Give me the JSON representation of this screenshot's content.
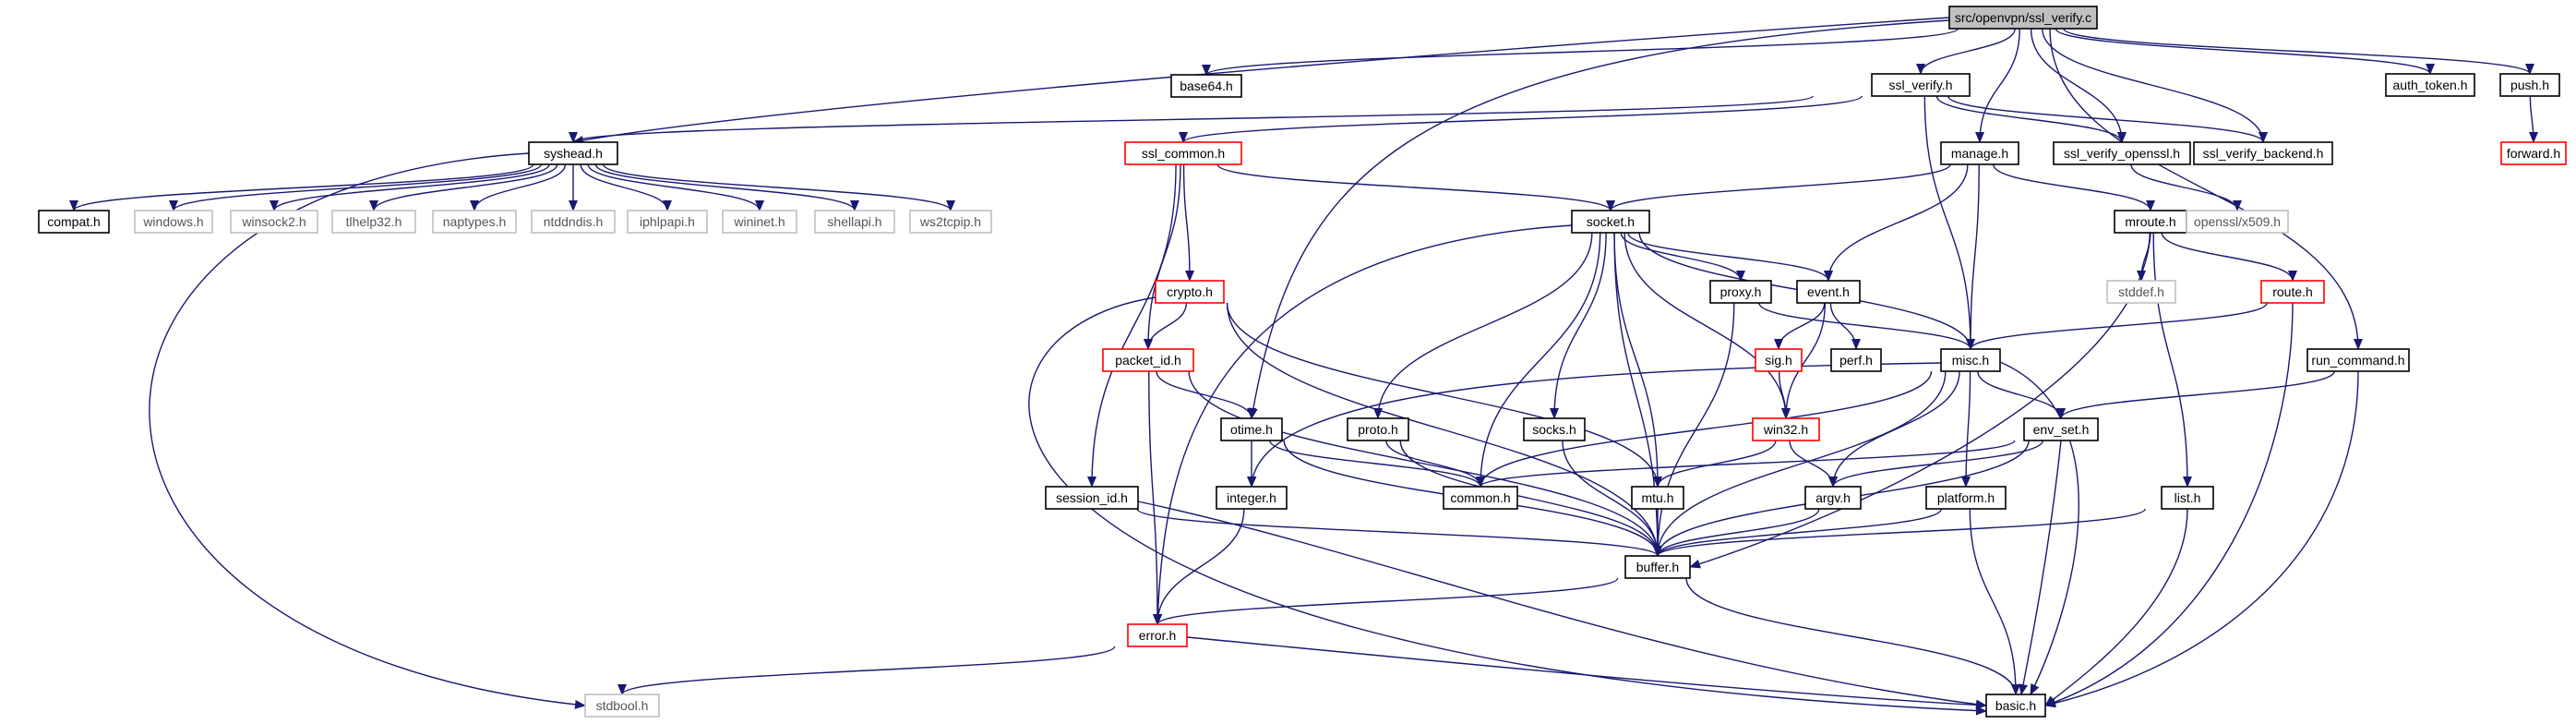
{
  "diagram": {
    "colors": {
      "edge": "#191970",
      "node_border": "#000000",
      "root_fill": "#bfbfbf",
      "missing_border": "#bfbfbf",
      "missing_text": "#555555",
      "truncated_border": "#ff0000"
    },
    "nodes": [
      {
        "id": "ssl_verify_c",
        "label": "src/openvpn/ssl_verify.c",
        "style": "root"
      },
      {
        "id": "base64_h",
        "label": "base64.h",
        "style": "normal"
      },
      {
        "id": "ssl_verify_h",
        "label": "ssl_verify.h",
        "style": "normal"
      },
      {
        "id": "auth_token_h",
        "label": "auth_token.h",
        "style": "normal"
      },
      {
        "id": "push_h",
        "label": "push.h",
        "style": "normal"
      },
      {
        "id": "forward_h",
        "label": "forward.h",
        "style": "truncated"
      },
      {
        "id": "syshead_h",
        "label": "syshead.h",
        "style": "normal"
      },
      {
        "id": "ssl_common_h",
        "label": "ssl_common.h",
        "style": "truncated"
      },
      {
        "id": "manage_h",
        "label": "manage.h",
        "style": "normal"
      },
      {
        "id": "ssl_verify_openssl_h",
        "label": "ssl_verify_openssl.h",
        "style": "normal"
      },
      {
        "id": "ssl_verify_backend_h",
        "label": "ssl_verify_backend.h",
        "style": "normal"
      },
      {
        "id": "compat_h",
        "label": "compat.h",
        "style": "normal"
      },
      {
        "id": "windows_h",
        "label": "windows.h",
        "style": "missing"
      },
      {
        "id": "winsock2_h",
        "label": "winsock2.h",
        "style": "missing"
      },
      {
        "id": "tlhelp32_h",
        "label": "tlhelp32.h",
        "style": "missing"
      },
      {
        "id": "naptypes_h",
        "label": "naptypes.h",
        "style": "missing"
      },
      {
        "id": "ntddndis_h",
        "label": "ntddndis.h",
        "style": "missing"
      },
      {
        "id": "iphlpapi_h",
        "label": "iphlpapi.h",
        "style": "missing"
      },
      {
        "id": "wininet_h",
        "label": "wininet.h",
        "style": "missing"
      },
      {
        "id": "shellapi_h",
        "label": "shellapi.h",
        "style": "missing"
      },
      {
        "id": "ws2tcpip_h",
        "label": "ws2tcpip.h",
        "style": "missing"
      },
      {
        "id": "socket_h",
        "label": "socket.h",
        "style": "normal"
      },
      {
        "id": "mroute_h",
        "label": "mroute.h",
        "style": "normal"
      },
      {
        "id": "openssl_x509_h",
        "label": "openssl/x509.h",
        "style": "missing"
      },
      {
        "id": "crypto_h",
        "label": "crypto.h",
        "style": "truncated"
      },
      {
        "id": "proxy_h",
        "label": "proxy.h",
        "style": "normal"
      },
      {
        "id": "event_h",
        "label": "event.h",
        "style": "normal"
      },
      {
        "id": "stddef_h",
        "label": "stddef.h",
        "style": "missing"
      },
      {
        "id": "route_h",
        "label": "route.h",
        "style": "truncated"
      },
      {
        "id": "packet_id_h",
        "label": "packet_id.h",
        "style": "truncated"
      },
      {
        "id": "sig_h",
        "label": "sig.h",
        "style": "truncated"
      },
      {
        "id": "perf_h",
        "label": "perf.h",
        "style": "normal"
      },
      {
        "id": "misc_h",
        "label": "misc.h",
        "style": "normal"
      },
      {
        "id": "run_command_h",
        "label": "run_command.h",
        "style": "normal"
      },
      {
        "id": "proto_h",
        "label": "proto.h",
        "style": "normal"
      },
      {
        "id": "socks_h",
        "label": "socks.h",
        "style": "normal"
      },
      {
        "id": "otime_h",
        "label": "otime.h",
        "style": "normal"
      },
      {
        "id": "win32_h",
        "label": "win32.h",
        "style": "truncated"
      },
      {
        "id": "env_set_h",
        "label": "env_set.h",
        "style": "normal"
      },
      {
        "id": "common_h",
        "label": "common.h",
        "style": "normal"
      },
      {
        "id": "integer_h",
        "label": "integer.h",
        "style": "normal"
      },
      {
        "id": "session_id_h",
        "label": "session_id.h",
        "style": "normal"
      },
      {
        "id": "mtu_h",
        "label": "mtu.h",
        "style": "normal"
      },
      {
        "id": "argv_h",
        "label": "argv.h",
        "style": "normal"
      },
      {
        "id": "platform_h",
        "label": "platform.h",
        "style": "normal"
      },
      {
        "id": "list_h",
        "label": "list.h",
        "style": "normal"
      },
      {
        "id": "buffer_h",
        "label": "buffer.h",
        "style": "normal"
      },
      {
        "id": "error_h",
        "label": "error.h",
        "style": "truncated"
      },
      {
        "id": "stdbool_h",
        "label": "stdbool.h",
        "style": "missing"
      },
      {
        "id": "basic_h",
        "label": "basic.h",
        "style": "normal"
      }
    ],
    "edges": [
      [
        "ssl_verify_c",
        "base64_h"
      ],
      [
        "ssl_verify_c",
        "ssl_verify_h"
      ],
      [
        "ssl_verify_c",
        "auth_token_h"
      ],
      [
        "ssl_verify_c",
        "push_h"
      ],
      [
        "ssl_verify_c",
        "syshead_h"
      ],
      [
        "ssl_verify_c",
        "manage_h"
      ],
      [
        "ssl_verify_c",
        "ssl_verify_openssl_h"
      ],
      [
        "ssl_verify_c",
        "ssl_verify_backend_h"
      ],
      [
        "ssl_verify_c",
        "otime_h"
      ],
      [
        "ssl_verify_c",
        "run_command_h"
      ],
      [
        "push_h",
        "forward_h"
      ],
      [
        "ssl_verify_h",
        "syshead_h"
      ],
      [
        "ssl_verify_h",
        "ssl_common_h"
      ],
      [
        "ssl_verify_h",
        "ssl_verify_openssl_h"
      ],
      [
        "ssl_verify_h",
        "ssl_verify_backend_h"
      ],
      [
        "ssl_verify_h",
        "misc_h"
      ],
      [
        "syshead_h",
        "compat_h"
      ],
      [
        "syshead_h",
        "windows_h"
      ],
      [
        "syshead_h",
        "winsock2_h"
      ],
      [
        "syshead_h",
        "tlhelp32_h"
      ],
      [
        "syshead_h",
        "naptypes_h"
      ],
      [
        "syshead_h",
        "ntddndis_h"
      ],
      [
        "syshead_h",
        "iphlpapi_h"
      ],
      [
        "syshead_h",
        "wininet_h"
      ],
      [
        "syshead_h",
        "shellapi_h"
      ],
      [
        "syshead_h",
        "ws2tcpip_h"
      ],
      [
        "syshead_h",
        "stdbool_h"
      ],
      [
        "ssl_common_h",
        "socket_h"
      ],
      [
        "ssl_common_h",
        "crypto_h"
      ],
      [
        "ssl_common_h",
        "packet_id_h"
      ],
      [
        "ssl_common_h",
        "session_id_h"
      ],
      [
        "manage_h",
        "socket_h"
      ],
      [
        "manage_h",
        "mroute_h"
      ],
      [
        "manage_h",
        "misc_h"
      ],
      [
        "manage_h",
        "event_h"
      ],
      [
        "ssl_verify_openssl_h",
        "openssl_x509_h"
      ],
      [
        "socket_h",
        "proxy_h"
      ],
      [
        "socket_h",
        "event_h"
      ],
      [
        "socket_h",
        "misc_h"
      ],
      [
        "socket_h",
        "proto_h"
      ],
      [
        "socket_h",
        "socks_h"
      ],
      [
        "socket_h",
        "common_h"
      ],
      [
        "socket_h",
        "mtu_h"
      ],
      [
        "socket_h",
        "buffer_h"
      ],
      [
        "socket_h",
        "win32_h"
      ],
      [
        "socket_h",
        "error_h"
      ],
      [
        "mroute_h",
        "stddef_h"
      ],
      [
        "mroute_h",
        "route_h"
      ],
      [
        "mroute_h",
        "list_h"
      ],
      [
        "mroute_h",
        "buffer_h"
      ],
      [
        "crypto_h",
        "packet_id_h"
      ],
      [
        "crypto_h",
        "mtu_h"
      ],
      [
        "crypto_h",
        "buffer_h"
      ],
      [
        "crypto_h",
        "basic_h"
      ],
      [
        "proxy_h",
        "misc_h"
      ],
      [
        "proxy_h",
        "buffer_h"
      ],
      [
        "event_h",
        "sig_h"
      ],
      [
        "event_h",
        "perf_h"
      ],
      [
        "event_h",
        "win32_h"
      ],
      [
        "route_h",
        "misc_h"
      ],
      [
        "route_h",
        "basic_h"
      ],
      [
        "packet_id_h",
        "otime_h"
      ],
      [
        "packet_id_h",
        "error_h"
      ],
      [
        "packet_id_h",
        "buffer_h"
      ],
      [
        "sig_h",
        "win32_h"
      ],
      [
        "misc_h",
        "integer_h"
      ],
      [
        "misc_h",
        "env_set_h"
      ],
      [
        "misc_h",
        "common_h"
      ],
      [
        "misc_h",
        "argv_h"
      ],
      [
        "misc_h",
        "platform_h"
      ],
      [
        "misc_h",
        "buffer_h"
      ],
      [
        "misc_h",
        "basic_h"
      ],
      [
        "run_command_h",
        "env_set_h"
      ],
      [
        "run_command_h",
        "basic_h"
      ],
      [
        "proto_h",
        "common_h"
      ],
      [
        "proto_h",
        "buffer_h"
      ],
      [
        "socks_h",
        "buffer_h"
      ],
      [
        "otime_h",
        "common_h"
      ],
      [
        "otime_h",
        "integer_h"
      ],
      [
        "otime_h",
        "buffer_h"
      ],
      [
        "win32_h",
        "mtu_h"
      ],
      [
        "win32_h",
        "argv_h"
      ],
      [
        "env_set_h",
        "argv_h"
      ],
      [
        "env_set_h",
        "common_h"
      ],
      [
        "env_set_h",
        "buffer_h"
      ],
      [
        "env_set_h",
        "basic_h"
      ],
      [
        "integer_h",
        "error_h"
      ],
      [
        "session_id_h",
        "buffer_h"
      ],
      [
        "session_id_h",
        "basic_h"
      ],
      [
        "mtu_h",
        "buffer_h"
      ],
      [
        "argv_h",
        "buffer_h"
      ],
      [
        "platform_h",
        "buffer_h"
      ],
      [
        "platform_h",
        "basic_h"
      ],
      [
        "list_h",
        "buffer_h"
      ],
      [
        "list_h",
        "basic_h"
      ],
      [
        "buffer_h",
        "error_h"
      ],
      [
        "buffer_h",
        "basic_h"
      ],
      [
        "error_h",
        "stdbool_h"
      ],
      [
        "error_h",
        "basic_h"
      ]
    ]
  }
}
